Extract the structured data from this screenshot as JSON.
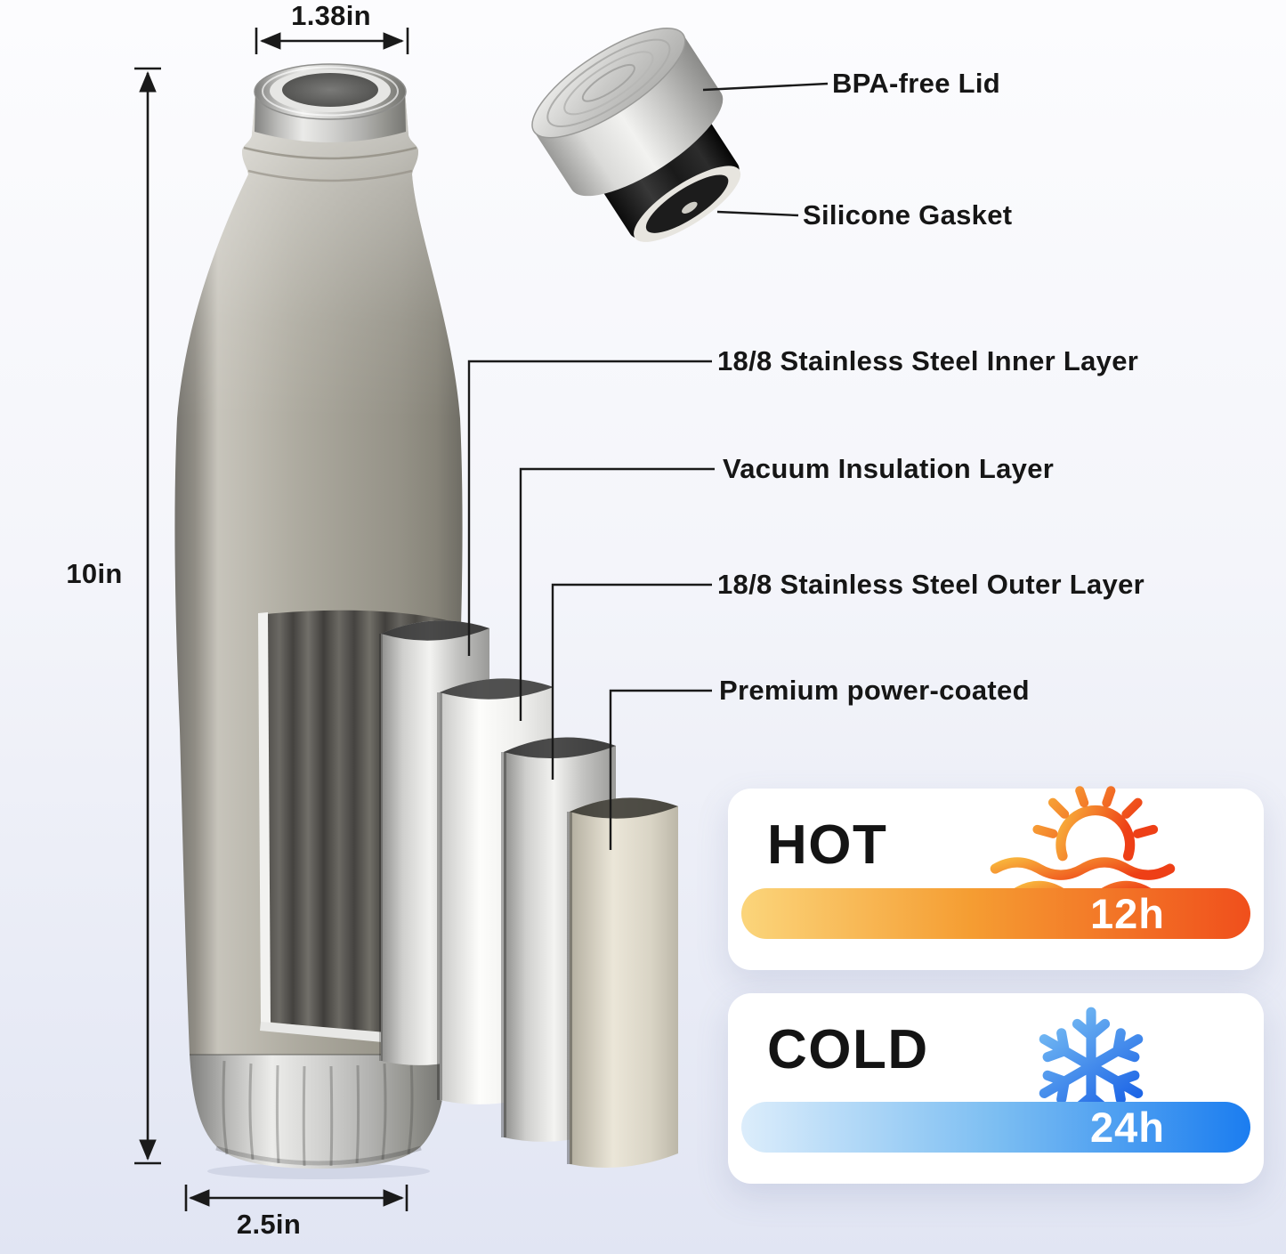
{
  "dimensions": {
    "top_width": "1.38in",
    "height": "10in",
    "base_width": "2.5in"
  },
  "lid_callouts": {
    "lid": "BPA-free Lid",
    "gasket": "Silicone Gasket"
  },
  "layer_callouts": [
    {
      "label": "18/8 Stainless Steel Inner Layer"
    },
    {
      "label": "Vacuum Insulation Layer"
    },
    {
      "label": "18/8 Stainless Steel Outer Layer"
    },
    {
      "label": "Premium power-coated"
    }
  ],
  "performance": {
    "hot": {
      "label": "HOT",
      "duration": "12h",
      "icon": "sun-icon"
    },
    "cold": {
      "label": "COLD",
      "duration": "24h",
      "icon": "snowflake-icon"
    }
  },
  "colors": {
    "hot_bar": [
      "#fbd57b",
      "#f59d32",
      "#f04f1c"
    ],
    "cold_bar": [
      "#dcedfb",
      "#7cbef2",
      "#1b7df0"
    ],
    "hot_accent": "#ee4a1d",
    "cold_accent": "#2a79ee",
    "background_top": "#fcfcfe",
    "background_bottom": "#e1e5f3",
    "bottle_finish": "#a8a59a",
    "steel": "#d9d9d7"
  }
}
